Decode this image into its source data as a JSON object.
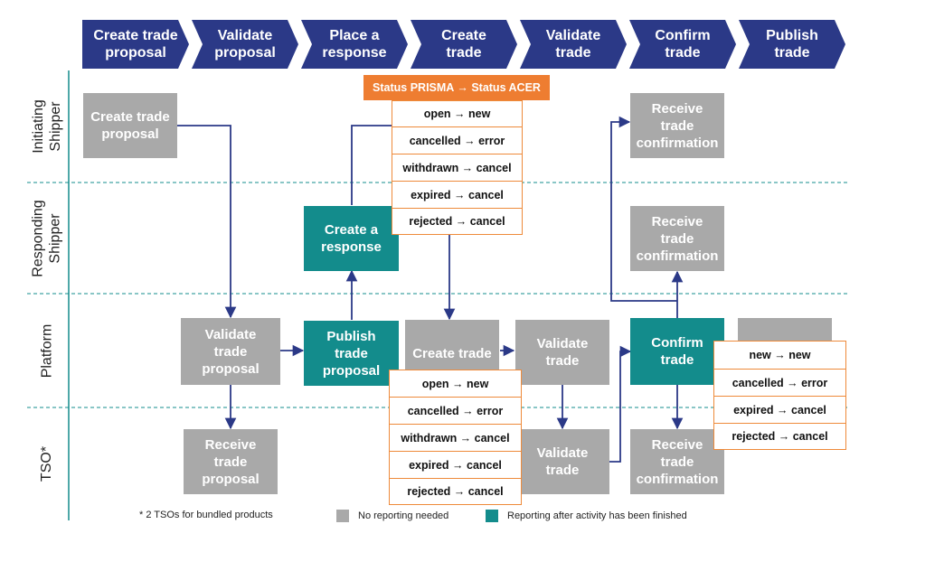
{
  "colors": {
    "navy": "#2b3987",
    "gray": "#a9a9a9",
    "teal": "#138c8c",
    "orange": "#ee7d31",
    "connector": "#2b3987",
    "lane_line": "#138c8c"
  },
  "steps": [
    {
      "label": "Create trade\nproposal"
    },
    {
      "label": "Validate\nproposal"
    },
    {
      "label": "Place a\nresponse"
    },
    {
      "label": "Create\ntrade"
    },
    {
      "label": "Validate\ntrade"
    },
    {
      "label": "Confirm\ntrade"
    },
    {
      "label": "Publish\ntrade"
    }
  ],
  "lanes": {
    "initiating_shipper": "Initiating\nShipper",
    "responding_shipper": "Responding\nShipper",
    "platform": "Platform",
    "tso": "TSO*"
  },
  "activities": {
    "is_create_proposal": "Create trade\nproposal",
    "is_receive_confirmation": "Receive\ntrade\nconfirmation",
    "rs_create_response": "Create a\nresponse",
    "rs_receive_confirmation": "Receive\ntrade\nconfirmation",
    "pf_validate_proposal": "Validate\ntrade\nproposal",
    "pf_publish_proposal": "Publish\ntrade\nproposal",
    "pf_create_trade": "Create trade",
    "pf_validate_trade": "Validate\ntrade",
    "pf_confirm_trade": "Confirm\ntrade",
    "tso_receive_proposal": "Receive\ntrade\nproposal",
    "tso_validate_trade": "Validate\ntrade",
    "tso_receive_confirmation": "Receive\ntrade\nconfirmation"
  },
  "status_header": "Status PRISMA → Status ACER",
  "status_table_top": [
    "open → new",
    "cancelled → error",
    "withdrawn → cancel",
    "expired → cancel",
    "rejected → cancel"
  ],
  "status_table_middle": [
    "open → new",
    "cancelled → error",
    "withdrawn → cancel",
    "expired → cancel",
    "rejected → cancel"
  ],
  "status_table_right": [
    "new → new",
    "cancelled → error",
    "expired → cancel",
    "rejected → cancel"
  ],
  "legend": {
    "footnote": "* 2 TSOs for bundled products",
    "no_reporting": "No reporting needed",
    "reporting_after": "Reporting after activity has been finished"
  }
}
